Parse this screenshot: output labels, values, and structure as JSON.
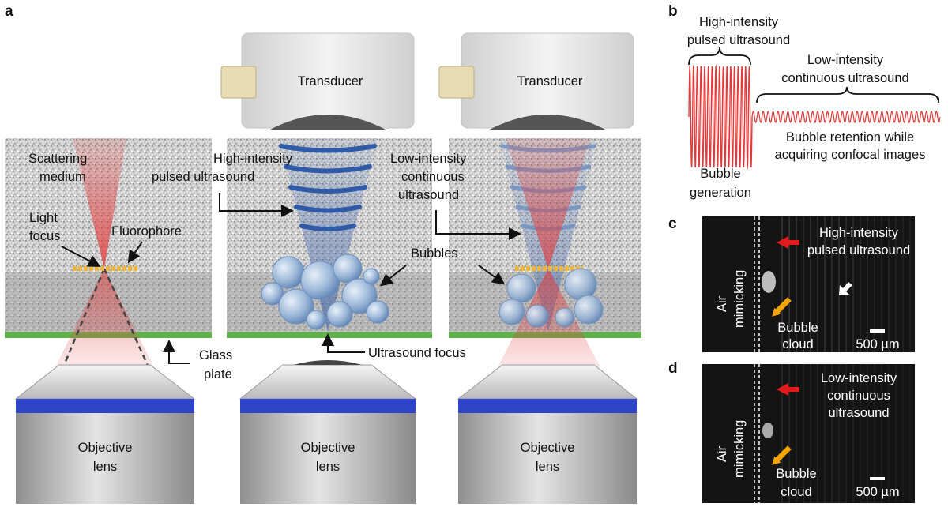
{
  "panels": {
    "a": "a",
    "b": "b",
    "c": "c",
    "d": "d"
  },
  "panel_a": {
    "scattering_medium": [
      "Scattering",
      "medium"
    ],
    "light_focus": [
      "Light",
      "focus"
    ],
    "fluorophore": "Fluorophore",
    "glass_plate": [
      "Glass",
      "plate"
    ],
    "objective_lens": [
      "Objective",
      "lens"
    ],
    "transducer": "Transducer",
    "high_intensity": [
      "High-intensity",
      "pulsed ultrasound"
    ],
    "low_intensity": [
      "Low-intensity",
      "continuous",
      "ultrasound"
    ],
    "bubbles": "Bubbles",
    "ultrasound_focus": "Ultrasound focus"
  },
  "panel_b": {
    "high_intensity": [
      "High-intensity",
      "pulsed ultrasound"
    ],
    "low_intensity": [
      "Low-intensity",
      "continuous ultrasound"
    ],
    "bubble_generation": [
      "Bubble",
      "generation"
    ],
    "bubble_retention": [
      "Bubble retention while",
      "acquiring confocal images"
    ]
  },
  "panel_c": {
    "air_mimicking": [
      "Air",
      "mimicking"
    ],
    "ultrasound": [
      "High-intensity",
      "pulsed ultrasound"
    ],
    "bubble_cloud": [
      "Bubble",
      "cloud"
    ],
    "scale": "500 µm"
  },
  "panel_d": {
    "air_mimicking": [
      "Air",
      "mimicking"
    ],
    "ultrasound": [
      "Low-intensity",
      "continuous",
      "ultrasound"
    ],
    "bubble_cloud": [
      "Bubble",
      "cloud"
    ],
    "scale": "500 µm"
  },
  "colors": {
    "laser_red": "#e23a3a",
    "ultrasound_blue": "#2f5aa8",
    "glass_green": "#62b24a",
    "lens_blue": "#2f45c9",
    "fluorophore": "#f2b632",
    "arrow_red": "#e11b1b",
    "arrow_orange": "#f5a400"
  }
}
